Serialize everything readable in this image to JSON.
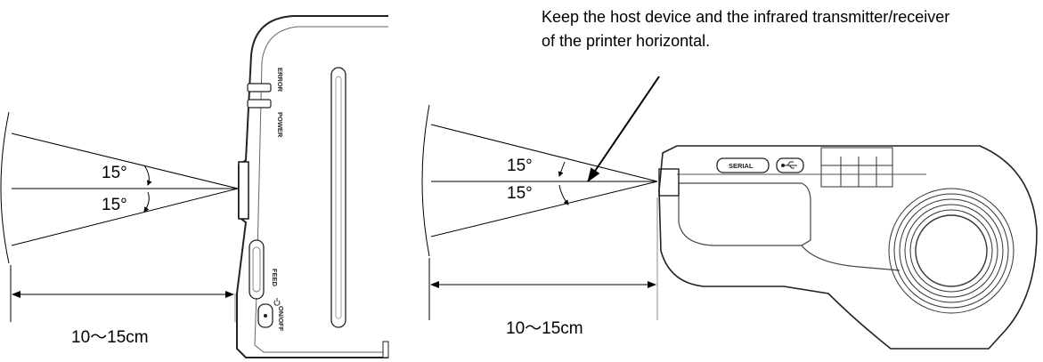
{
  "colors": {
    "line": "#000000",
    "outline": "#333333",
    "light": "#bbbbbb",
    "background": "#ffffff"
  },
  "left_view": {
    "angle_upper": "15°",
    "angle_lower": "15°",
    "distance": "10～15cm",
    "printer_labels": {
      "error": "ERROR",
      "power": "POWER",
      "feed": "FEED",
      "on_off": "ON/OFF",
      "power_symbol": "power-icon"
    }
  },
  "right_view": {
    "angle_upper": "15°",
    "angle_lower": "15°",
    "distance": "10～15cm",
    "note": "Keep the host device and the infrared transmitter/receiver of the printer horizontal.",
    "printer_labels": {
      "serial": "SERIAL",
      "usb_symbol": "usb-icon"
    }
  }
}
